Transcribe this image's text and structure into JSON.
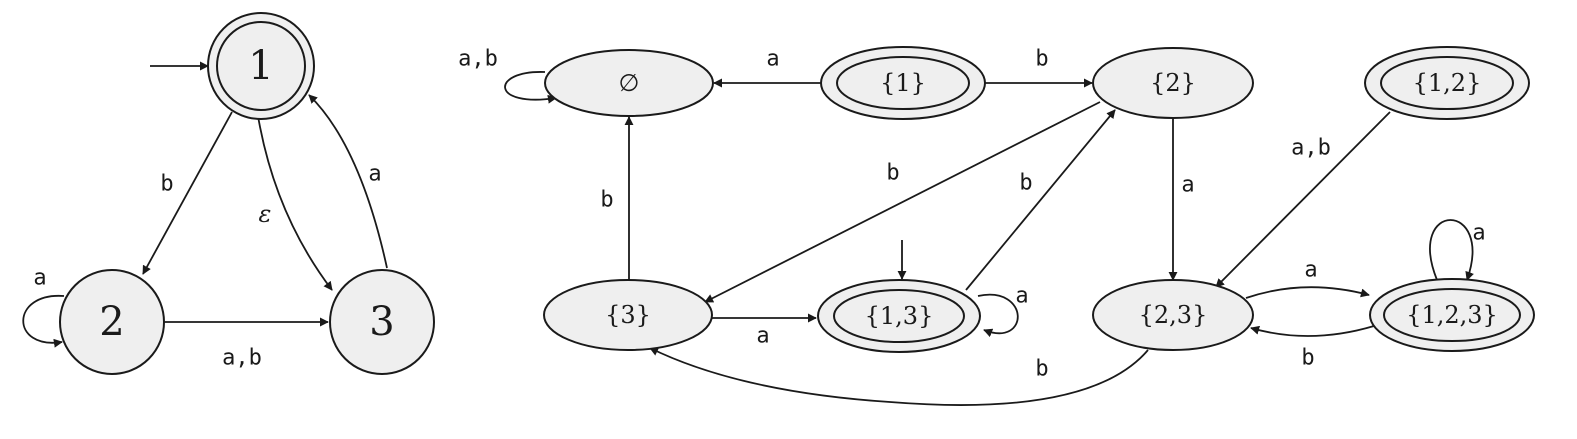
{
  "nfa": {
    "states": [
      {
        "id": "1",
        "label": "1"
      },
      {
        "id": "2",
        "label": "2"
      },
      {
        "id": "3",
        "label": "3"
      }
    ],
    "edges": [
      {
        "id": "n1-2",
        "label": "b"
      },
      {
        "id": "n1-3",
        "label": "ε"
      },
      {
        "id": "n3-1",
        "label": "a"
      },
      {
        "id": "n2-3",
        "label": "a,b"
      },
      {
        "id": "n2-2",
        "label": "a"
      }
    ]
  },
  "dfa": {
    "states": [
      {
        "id": "empty",
        "label": "∅"
      },
      {
        "id": "s1",
        "label": "{1}"
      },
      {
        "id": "s2",
        "label": "{2}"
      },
      {
        "id": "s12",
        "label": "{1,2}"
      },
      {
        "id": "s3",
        "label": "{3}"
      },
      {
        "id": "s13",
        "label": "{1,3}"
      },
      {
        "id": "s23",
        "label": "{2,3}"
      },
      {
        "id": "s123",
        "label": "{1,2,3}"
      }
    ],
    "edges": [
      {
        "id": "empty-loop",
        "label": "a,b"
      },
      {
        "id": "s1-empty",
        "label": "a"
      },
      {
        "id": "s1-s2",
        "label": "b"
      },
      {
        "id": "s2-s3",
        "label": "b"
      },
      {
        "id": "s2-s23",
        "label": "a"
      },
      {
        "id": "s3-empty",
        "label": "b"
      },
      {
        "id": "s3-s13",
        "label": "a"
      },
      {
        "id": "s13-s2",
        "label": "b"
      },
      {
        "id": "s13-loop",
        "label": "a"
      },
      {
        "id": "s12-s23",
        "label": "a,b"
      },
      {
        "id": "s23-s123",
        "label": "a"
      },
      {
        "id": "s123-s23",
        "label": "b"
      },
      {
        "id": "s123-loop",
        "label": "a"
      },
      {
        "id": "s23-s3",
        "label": "b"
      }
    ]
  }
}
